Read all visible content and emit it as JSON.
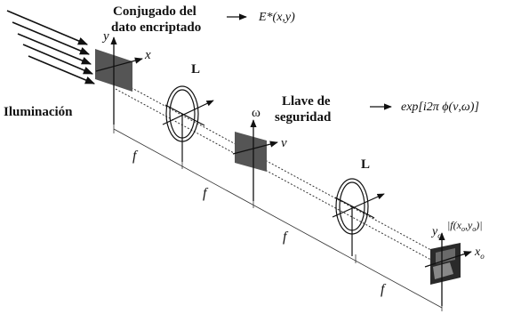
{
  "labels": {
    "conj_line1": "Conjugado del",
    "conj_line2": "dato encriptado",
    "conj_expr": "E*(x,y)",
    "illumination": "Iluminación",
    "lens1": "L",
    "lens2": "L",
    "key_line1": "Llave de",
    "key_line2": "seguridad",
    "key_expr": "exp[i2π ϕ(ν,ω)]",
    "f1": "f",
    "f2": "f",
    "f3": "f",
    "f4": "f",
    "axis_y1": "y",
    "axis_x1": "x",
    "axis_omega": "ω",
    "axis_nu": "ν",
    "axis_yo": "y",
    "axis_yo_sub": "o",
    "axis_xo": "x",
    "axis_xo_sub": "o",
    "output_expr": "|f(x",
    "output_expr_sub1": "o",
    "output_expr_mid": ",y",
    "output_expr_sub2": "o",
    "output_expr_end": ")|"
  },
  "colors": {
    "plate": "#555555",
    "line": "#111111",
    "dotted": "#333333"
  }
}
